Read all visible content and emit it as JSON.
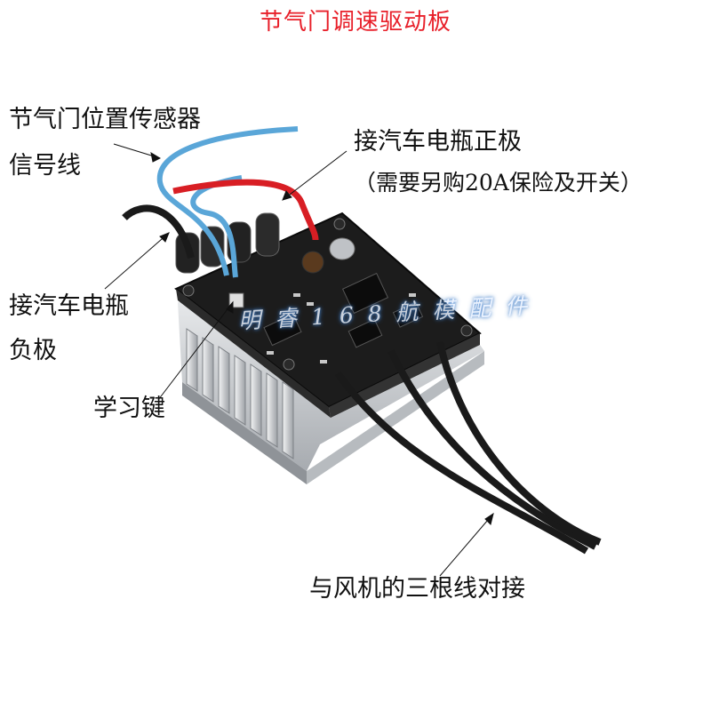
{
  "title": "节气门调速驱动板",
  "labels": {
    "tps_line1": "节气门位置传感器",
    "tps_line2": "信号线",
    "pos_line1": "接汽车电瓶正极",
    "pos_line2": "（需要另购20A保险及开关）",
    "neg_line1": "接汽车电瓶",
    "neg_line2": "负极",
    "learn_key": "学习键",
    "motor": "与风机的三根线对接"
  },
  "watermark": "明 睿 1 6 8 航 模 配 件",
  "colors": {
    "title": "#e8202a",
    "wire_blue": "#5aa6d8",
    "wire_red": "#d81e24",
    "wire_black": "#1a1a1a",
    "pcb": "#1c1c1c",
    "heatsink": "#c9ccd0"
  }
}
